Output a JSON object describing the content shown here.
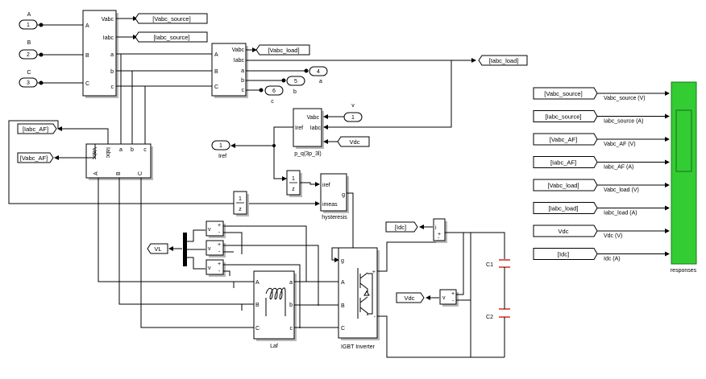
{
  "diagram": {
    "source_ports": [
      {
        "num": "1",
        "label": "A"
      },
      {
        "num": "2",
        "label": "B"
      },
      {
        "num": "3",
        "label": "C"
      }
    ],
    "source_block": {
      "ports_in": [
        "A",
        "B",
        "C"
      ],
      "ports_out": [
        "Vabc",
        "Iabc",
        "a",
        "b",
        "c"
      ]
    },
    "load_meas_block": {
      "ports_in": [
        "A",
        "B",
        "C"
      ],
      "ports_out": [
        "Vabc",
        "Iabc",
        "a",
        "b",
        "c"
      ]
    },
    "af_meas_block": {
      "ports_top": [
        "Vabc",
        "Iabc",
        "a",
        "b",
        "c"
      ],
      "ports_bottom": [
        "A",
        "B",
        "C"
      ]
    },
    "goto_tags": {
      "vabc_source": "[Vabc_source]",
      "iabc_source": "[Iabc_source]",
      "vabc_load": "[Vabc_load]",
      "iabc_load": "[Iabc_load]",
      "iabc_af": "[Iabc_AF]",
      "vabc_af": "[Vabc_AF]",
      "idc": "[Idc]",
      "vdc_from": "Vdc",
      "vdc_from2": "Vdc",
      "vl": "VL"
    },
    "load_ports": [
      {
        "num": "4",
        "label": "a"
      },
      {
        "num": "5",
        "label": "b"
      },
      {
        "num": "6",
        "label": "c"
      }
    ],
    "pq_block": {
      "ports_in": [
        "Vabc",
        "Iref",
        "Iabc"
      ],
      "name": "p_q(3p_3l)"
    },
    "v_inport": {
      "num": "1",
      "label": "v"
    },
    "iref_outport": {
      "num": "1",
      "label": "Iref"
    },
    "delay1": {
      "num": "1",
      "den": "z"
    },
    "delay2": {
      "num": "1",
      "den": "z"
    },
    "hysteresis": {
      "ports": [
        "iref",
        "imeas",
        "g"
      ],
      "name": "hysteresis"
    },
    "vmeters": [
      {
        "v": "v",
        "plus": "+",
        "minus": "-"
      },
      {
        "v": "v",
        "plus": "+",
        "minus": "-"
      },
      {
        "v": "v",
        "plus": "+",
        "minus": "-"
      }
    ],
    "inductor_block": {
      "ports_in": [
        "A",
        "B",
        "C"
      ],
      "ports_out": [
        "a",
        "b",
        "c"
      ],
      "name": "Laf"
    },
    "igbt_block": {
      "ports": [
        "g",
        "A",
        "B",
        "C",
        "+",
        "-"
      ],
      "name": "IGBT Inverter"
    },
    "current_meter": {
      "i": "i",
      "plus": "+",
      "minus": "-"
    },
    "voltage_meter": {
      "v": "v",
      "plus": "+",
      "minus": "-"
    },
    "capacitors": [
      {
        "name": "C1"
      },
      {
        "name": "C2"
      }
    ],
    "scope": {
      "name": "responses",
      "inputs": [
        {
          "tag": "[Vabc_source]",
          "signal": "Vabc_source (V)"
        },
        {
          "tag": "[Iabc_source]",
          "signal": "Iabc_source (A)"
        },
        {
          "tag": "[Vabc_AF]",
          "signal": "Vabc_AF (V)"
        },
        {
          "tag": "[Iabc_AF]",
          "signal": "Iabc_AF (A)"
        },
        {
          "tag": "[Vabc_load]",
          "signal": "Vabc_load (V)"
        },
        {
          "tag": "[Iabc_load]",
          "signal": "Iabc_load (A)"
        },
        {
          "tag": "Vdc",
          "signal": "Vdc (V)"
        },
        {
          "tag": "[Idc]",
          "signal": "Idc (A)"
        }
      ]
    },
    "colors": {
      "scope_fill": "#33cc33",
      "scope_border": "#1a7a1a",
      "capacitor_plate": "#cc0000",
      "mux_bar": "#000000"
    }
  }
}
